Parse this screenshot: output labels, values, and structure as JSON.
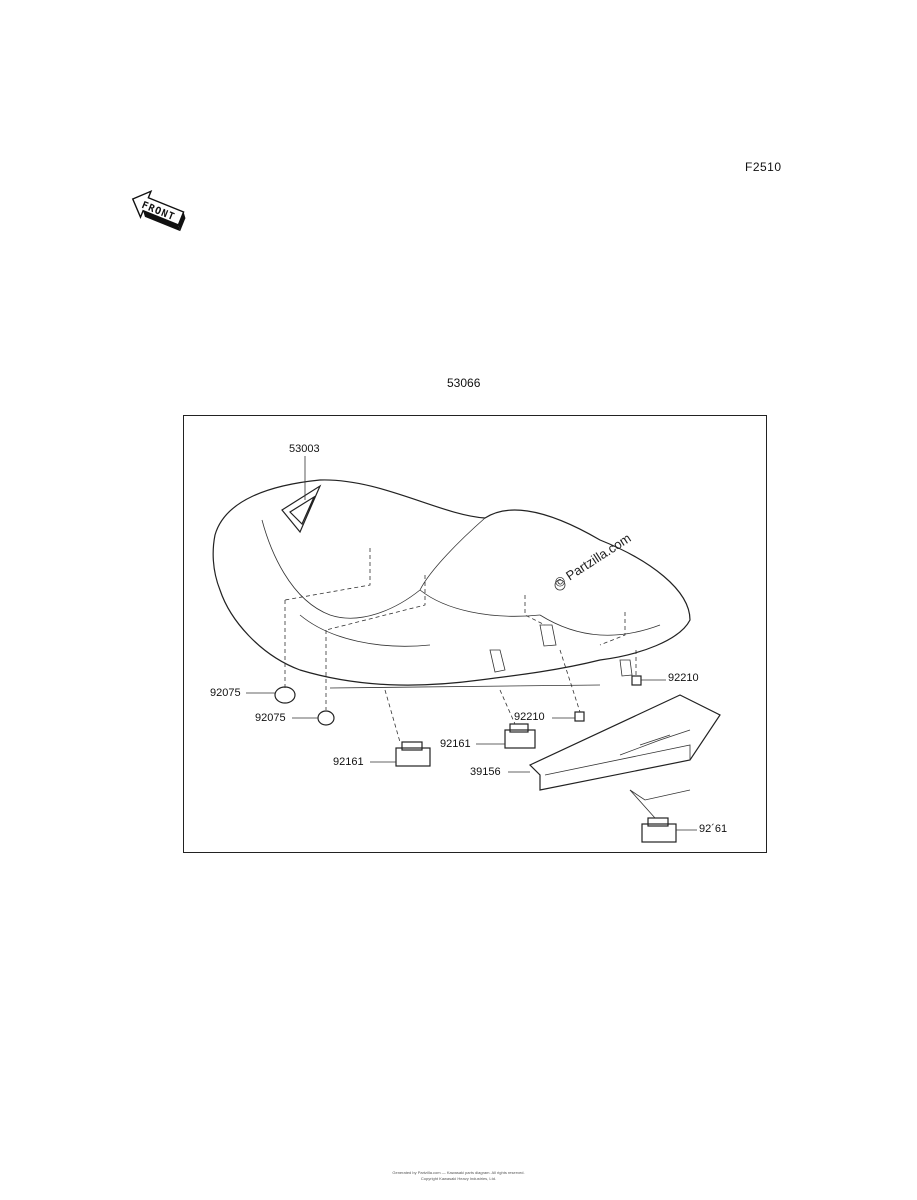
{
  "figure_code": "F2510",
  "front_arrow_text": "FRONT",
  "assembly_part": "53066",
  "watermark": "© Partzilla.com",
  "parts": {
    "seat_cover": "53003",
    "damper_left": "92075",
    "damper_left_lower": "92075",
    "stopper_left": "92161",
    "stopper_center": "92161",
    "stopper_rear": "92´61",
    "grommet_center": "92210",
    "grommet_right": "92210",
    "tray": "39156"
  },
  "footer": {
    "line1": "Generated by Partzilla.com — Kawasaki parts diagram. All rights reserved.",
    "line2": "Copyright Kawasaki Heavy Industries, Ltd."
  }
}
